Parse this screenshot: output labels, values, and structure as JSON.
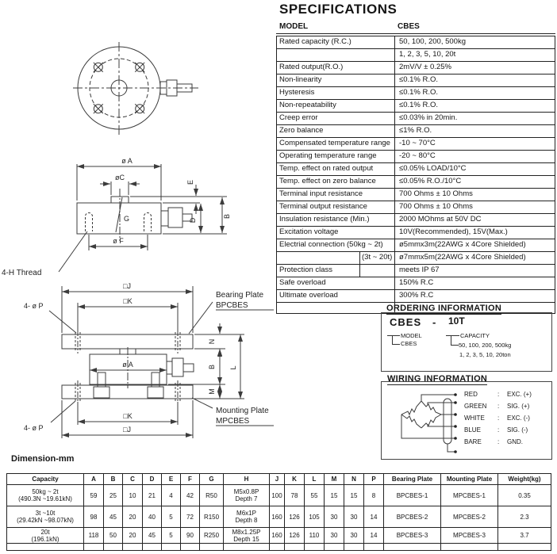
{
  "title": "SPECIFICATIONS",
  "spec_table": {
    "header": {
      "model_label": "MODEL",
      "model_value": "CBES"
    },
    "rows": [
      {
        "label": "Rated capacity (R.C.)",
        "value": "50, 100, 200, 500kg"
      },
      {
        "label": "",
        "value": "1, 2, 3, 5, 10, 20t"
      },
      {
        "label": "Rated output(R.O.)",
        "value": "2mV/V ± 0.25%"
      },
      {
        "label": "Non-linearity",
        "value": "≤0.1% R.O."
      },
      {
        "label": "Hysteresis",
        "value": "≤0.1% R.O."
      },
      {
        "label": "Non-repeatability",
        "value": "≤0.1% R.O."
      },
      {
        "label": "Creep error",
        "value": "≤0.03% in 20min."
      },
      {
        "label": "Zero balance",
        "value": "≤1% R.O."
      },
      {
        "label": "Compensated temperature range",
        "value": "-10 ~ 70°C"
      },
      {
        "label": "Operating temperature range",
        "value": "-20 ~ 80°C"
      },
      {
        "label": "Temp. effect on rated output",
        "value": "≤0.05% LOAD/10°C"
      },
      {
        "label": "Temp. effect on zero balance",
        "value": "≤0.05% R.O./10°C"
      },
      {
        "label": "Terminal input resistance",
        "value": "700 Ohms ± 10 Ohms"
      },
      {
        "label": "Terminal output resistance",
        "value": "700 Ohms ± 10 Ohms"
      },
      {
        "label": "Insulation resistance (Min.)",
        "value": "2000 MOhms at 50V DC"
      },
      {
        "label": "Excitation voltage",
        "value": "10V(Recommended), 15V(Max.)"
      },
      {
        "label": "Electrial connection (50kg ~ 2t)",
        "value": "ø5mmx3m(22AWG x 4Core Shielded)"
      },
      {
        "label": "",
        "sub": "(3t ~ 20t)",
        "value": "ø7mmx5m(22AWG x 4Core Shielded)"
      },
      {
        "label": "Protection class",
        "sub": "",
        "value": "meets IP 67"
      },
      {
        "label": "Safe overload",
        "value": "150% R.C"
      },
      {
        "label": "Ultimate overload",
        "value": "300% R.C"
      },
      {
        "label": "",
        "value": ""
      }
    ]
  },
  "ordering": {
    "title": "ORDERING INFORMATION",
    "code_model": "CBES",
    "code_sep": "-",
    "code_capacity": "10T",
    "model_label": "MODEL",
    "model_value": "CBES",
    "capacity_label": "CAPACITY",
    "capacity_line1": "50, 100, 200, 500kg",
    "capacity_line2": "1, 2, 3, 5, 10, 20ton"
  },
  "wiring": {
    "title": "WIRING INFORMATION",
    "rows": [
      {
        "color": "RED",
        "signal": "EXC. (+)"
      },
      {
        "color": "GREEN",
        "signal": "SIG. (+)"
      },
      {
        "color": "WHITE",
        "signal": "EXC. (-)"
      },
      {
        "color": "BLUE",
        "signal": "SIG. (-)"
      },
      {
        "color": "BARE",
        "signal": "GND."
      }
    ]
  },
  "drawing_labels": {
    "side_dia_a": "ø A",
    "side_dia_c": "øC",
    "side_e": "E",
    "side_d": "D",
    "side_b": "B",
    "side_g": "G",
    "side_dia_f": "ø F",
    "side_thread": "4-H Thread",
    "asm_j_top": "□J",
    "asm_k_top": "□K",
    "asm_p_top": "4- ø P",
    "asm_bearing_1": "Bearing Plate",
    "asm_bearing_2": "BPCBES",
    "asm_dia_a": "ø A",
    "asm_n": "N",
    "asm_b": "B",
    "asm_m": "M",
    "asm_l": "L",
    "asm_mounting_1": "Mounting Plate",
    "asm_mounting_2": "MPCBES",
    "asm_k_bottom": "□K",
    "asm_j_bottom": "□J",
    "asm_p_bottom": "4- ø P"
  },
  "dimension_section": {
    "label": "Dimension-mm",
    "headers": [
      "Capacity",
      "A",
      "B",
      "C",
      "D",
      "E",
      "F",
      "G",
      "H",
      "J",
      "K",
      "L",
      "M",
      "N",
      "P",
      "Bearing Plate",
      "Mounting Plate",
      "Weight(kg)"
    ],
    "rows": [
      [
        [
          "50kg ~ 2t",
          "(490.3N ~19.61kN)"
        ],
        "59",
        "25",
        "10",
        "21",
        "4",
        "42",
        "R50",
        [
          "M5x0.8P",
          "Depth 7"
        ],
        "100",
        "78",
        "55",
        "15",
        "15",
        "8",
        "BPCBES-1",
        "MPCBES-1",
        "0.35"
      ],
      [
        [
          "3t ~10t",
          "(29.42kN ~98.07kN)"
        ],
        "98",
        "45",
        "20",
        "40",
        "5",
        "72",
        "R150",
        [
          "M6x1P",
          "Depth 8"
        ],
        "160",
        "126",
        "105",
        "30",
        "30",
        "14",
        "BPCBES-2",
        "MPCBES-2",
        "2.3"
      ],
      [
        [
          "20t",
          "(196.1kN)"
        ],
        "118",
        "50",
        "20",
        "45",
        "5",
        "90",
        "R250",
        [
          "M8x1.25P",
          "Depth 15"
        ],
        "160",
        "126",
        "110",
        "30",
        "30",
        "14",
        "BPCBES-3",
        "MPCBES-3",
        "3.7"
      ]
    ]
  }
}
